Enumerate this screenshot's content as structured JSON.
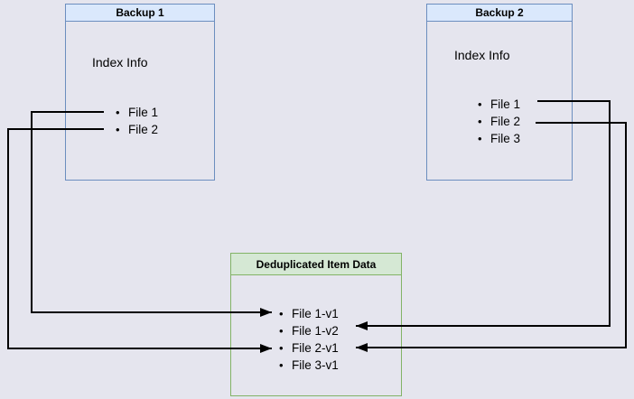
{
  "colors": {
    "background": "#e5e5ee",
    "blue-border": "#6c8ebf",
    "blue-fill": "#dae8fc",
    "green-border": "#82b366",
    "green-fill": "#d5e8d4",
    "connector": "#000000",
    "text": "#000000"
  },
  "boxes": {
    "backup1": {
      "title": "Backup 1",
      "section_label": "Index Info",
      "files": [
        "File 1",
        "File 2"
      ]
    },
    "backup2": {
      "title": "Backup 2",
      "section_label": "Index Info",
      "files": [
        "File 1",
        "File 2",
        "File 3"
      ]
    },
    "dedup": {
      "title": "Deduplicated Item Data",
      "files": [
        "File 1-v1",
        "File 1-v2",
        "File 2-v1",
        "File 3-v1"
      ]
    }
  },
  "connections": [
    {
      "from": "Backup 1 / File 1",
      "to": "File 1-v1",
      "route": "left"
    },
    {
      "from": "Backup 1 / File 2",
      "to": "File 2-v1",
      "route": "left"
    },
    {
      "from": "Backup 2 / File 1",
      "to": "File 1-v2",
      "route": "right"
    },
    {
      "from": "Backup 2 / File 2",
      "to": "File 2-v1",
      "route": "right"
    }
  ],
  "bullet_glyph": "•"
}
